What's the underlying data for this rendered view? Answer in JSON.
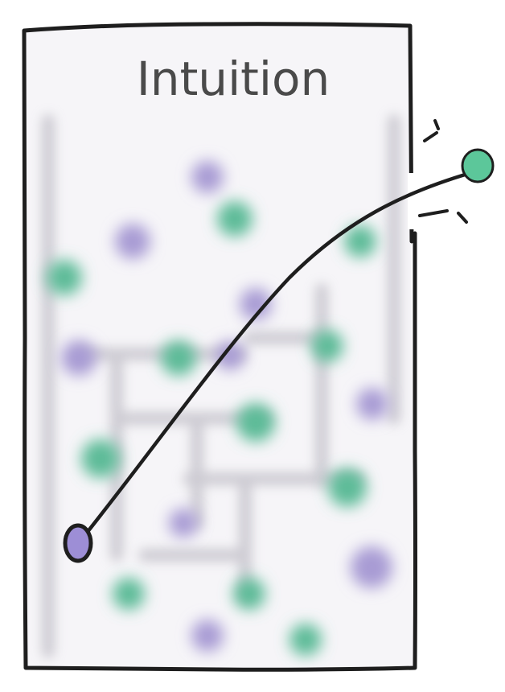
{
  "diagram": {
    "title": "Intuition",
    "colors": {
      "ink": "#1e1e1e",
      "frame_fill": "#f6f5f8",
      "grid_gray": "#c6c4cc",
      "purple": "#a89bd4",
      "green": "#5dbb98",
      "start_purple": "#9d8ed6",
      "end_green": "#5cc79a",
      "title": "#4a4a4a"
    },
    "elements": {
      "frame": "sketch-rectangle",
      "blurred_grid": "background-maze",
      "dots": "blurred-dots",
      "path": "hand-drawn-curve",
      "start_node": "purple-start-dot",
      "end_node": "green-end-dot",
      "burst": "spark-lines"
    }
  }
}
